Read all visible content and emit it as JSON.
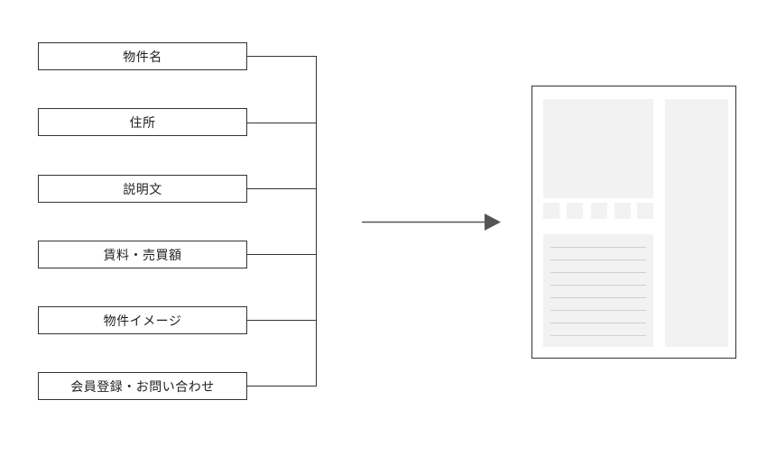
{
  "diagram": {
    "fields": [
      {
        "label": "物件名"
      },
      {
        "label": "住所"
      },
      {
        "label": "説明文"
      },
      {
        "label": "賃料・売買額"
      },
      {
        "label": "物件イメージ"
      },
      {
        "label": "会員登録・お問い合わせ"
      }
    ],
    "colors": {
      "line": "#333333",
      "arrow": "#555555",
      "page_border": "#333333",
      "panel_fill": "#f2f2f2",
      "text_line": "#d0d0d0"
    }
  }
}
